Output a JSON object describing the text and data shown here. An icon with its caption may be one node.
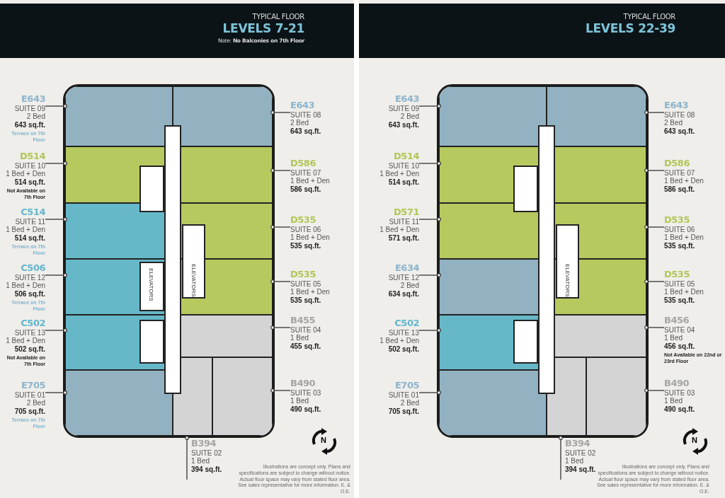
{
  "diagram": {
    "nodes": [
      {
        "text": [
          "E643",
          "SUITE 09",
          "2 Bed",
          "643 sq.ft.",
          "Terrace on 7th Floor"
        ]
      },
      {
        "text": [
          "E643",
          "SUITE 08",
          "2 Bed",
          "643 sq.ft."
        ]
      },
      {
        "text": [
          "D514",
          "SUITE 10",
          "1 Bed + Den",
          "514 sq.ft.",
          "Not Available on 7th Floor"
        ]
      },
      {
        "text": [
          "D586",
          "SUITE 07",
          "1 Bed + Den",
          "586 sq.ft."
        ]
      },
      {
        "text": [
          "C514",
          "SUITE 11",
          "1 Bed + Den",
          "514 sq.ft.",
          "Terrace on 7th Floor"
        ]
      },
      {
        "text": [
          "D535",
          "SUITE 06",
          "1 Bed + Den",
          "535 sq.ft."
        ]
      },
      {
        "text": [
          "C506",
          "SUITE 12",
          "1 Bed + Den",
          "506 sq.ft.",
          "Terrace on 7th Floor"
        ]
      },
      {
        "text": [
          "D535",
          "SUITE 05",
          "1 Bed + Den",
          "535 sq.ft."
        ]
      },
      {
        "text": [
          "C502",
          "SUITE 13",
          "1 Bed + Den",
          "502 sq.ft.",
          "Not Available on 7th Floor"
        ]
      },
      {
        "text": [
          "B455",
          "SUITE 04",
          "1 Bed",
          "455 sq.ft."
        ]
      },
      {
        "text": [
          "E705",
          "SUITE 01",
          "2 Bed",
          "705 sq.ft.",
          "Terrace on 7th Floor"
        ]
      },
      {
        "text": [
          "B490",
          "SUITE 03",
          "1 Bed",
          "490 sq.ft."
        ]
      },
      {
        "text": [
          "B394",
          "SUITE 02",
          "1 Bed",
          "394 sq.ft."
        ]
      },
      {
        "text": [],
        "shape": "box"
      },
      {
        "text": [],
        "shape": "box"
      },
      {
        "text": [],
        "shape": "box"
      },
      {
        "text": [],
        "shape": "box"
      },
      {
        "text": [],
        "shape": "box"
      },
      {
        "text": [],
        "shape": "box"
      },
      {
        "text": [],
        "shape": "box"
      },
      {
        "text": [],
        "shape": "box"
      },
      {
        "text": [],
        "shape": "box"
      },
      {
        "text": [],
        "shape": "box"
      },
      {
        "text": [],
        "shape": "box"
      },
      {
        "text": [],
        "shape": "box"
      },
      {
        "text": [],
        "shape": "box"
      },
      {
        "text": [
          "E643",
          "SUITE 09",
          "2 Bed",
          "643 sq.ft."
        ]
      },
      {
        "text": [
          "E643",
          "SUITE 08",
          "2 Bed",
          "643 sq.ft."
        ]
      },
      {
        "text": [
          "D514",
          "SUITE 10",
          "1 Bed + Den",
          "514 sq.ft."
        ]
      },
      {
        "text": [
          "D586",
          "SUITE 07",
          "1 Bed + Den",
          "586 sq.ft."
        ]
      },
      {
        "text": [
          "D571",
          "SUITE 11",
          "1 Bed + Den",
          "571 sq.ft."
        ]
      },
      {
        "text": [
          "D535",
          "SUITE 06",
          "1 Bed + Den",
          "535 sq.ft."
        ]
      },
      {
        "text": [
          "E634",
          "SUITE 12",
          "2 Bed",
          "634 sq.ft."
        ]
      },
      {
        "text": [
          "D535",
          "SUITE 05",
          "1 Bed + Den",
          "535 sq.ft."
        ]
      },
      {
        "text": [
          "C502",
          "SUITE 13",
          "1 Bed + Den",
          "502 sq.ft."
        ]
      },
      {
        "text": [
          "B456",
          "SUITE 04",
          "1 Bed",
          "456 sq.ft.",
          "Not Available on 22nd or 23rd Floor"
        ]
      },
      {
        "text": [
          "E705",
          "SUITE 01",
          "2 Bed",
          "705 sq.ft."
        ]
      },
      {
        "text": [
          "B490",
          "SUITE 03",
          "1 Bed",
          "490 sq.ft."
        ]
      },
      {
        "text": [
          "B394",
          "SUITE 02",
          "1 Bed",
          "394 sq.ft."
        ]
      },
      {
        "text": [],
        "shape": "box"
      },
      {
        "text": [],
        "shape": "box"
      },
      {
        "text": [],
        "shape": "box"
      },
      {
        "text": [],
        "shape": "box"
      },
      {
        "text": [],
        "shape": "box"
      },
      {
        "text": [],
        "shape": "box"
      },
      {
        "text": [],
        "shape": "box"
      },
      {
        "text": [],
        "shape": "box"
      },
      {
        "text": [],
        "shape": "box"
      },
      {
        "text": [],
        "shape": "box"
      },
      {
        "text": [],
        "shape": "box"
      },
      {
        "text": [],
        "shape": "box"
      },
      {
        "text": [],
        "shape": "box"
      }
    ],
    "edges": [
      {
        "from": 0,
        "to": 13,
        "arrow": "other"
      },
      {
        "from": 1,
        "to": 14,
        "arrow": "other"
      },
      {
        "from": 2,
        "to": 15,
        "arrow": "other"
      },
      {
        "from": 3,
        "to": 16,
        "arrow": "other"
      },
      {
        "from": 4,
        "to": 17,
        "arrow": "other"
      },
      {
        "from": 5,
        "to": 18,
        "arrow": "other"
      },
      {
        "from": 6,
        "to": 19,
        "arrow": "other"
      },
      {
        "from": 7,
        "to": 20,
        "arrow": "other"
      },
      {
        "from": 8,
        "to": 21,
        "arrow": "other"
      },
      {
        "from": 9,
        "to": 22,
        "arrow": "other"
      },
      {
        "from": 10,
        "to": 23,
        "arrow": "other"
      },
      {
        "from": 11,
        "to": 24,
        "arrow": "other"
      },
      {
        "from": 12,
        "to": 25,
        "arrow": "other"
      },
      {
        "from": 26,
        "to": 39,
        "arrow": "other"
      },
      {
        "from": 27,
        "to": 40,
        "arrow": "other"
      },
      {
        "from": 28,
        "to": 41,
        "arrow": "other"
      },
      {
        "from": 29,
        "to": 42,
        "arrow": "other"
      },
      {
        "from": 30,
        "to": 43,
        "arrow": "other"
      },
      {
        "from": 31,
        "to": 44,
        "arrow": "other"
      },
      {
        "from": 32,
        "to": 45,
        "arrow": "other"
      },
      {
        "from": 33,
        "to": 46,
        "arrow": "other"
      },
      {
        "from": 34,
        "to": 47,
        "arrow": "other"
      },
      {
        "from": 35,
        "to": 48,
        "arrow": "other"
      },
      {
        "from": 36,
        "to": 49,
        "arrow": "other"
      },
      {
        "from": 37,
        "to": 50,
        "arrow": "other"
      },
      {
        "from": 38,
        "to": 51,
        "arrow": "other"
      }
    ],
    "labels": [
      "TYPICAL FLOOR",
      "LEVELS 7-21",
      "Note: **No Balconies on 7th Floor**",
      "ELEVATORS",
      "ELEVATORS",
      "N",
      "Illustrations are concept only. Plans and specifications are subject to change without notice. Actual floor space may vary from stated floor area. See sales representative for more information. E. & O.E.",
      "TYPICAL FLOOR",
      "LEVELS 22-39",
      "ELEVATORS",
      "N",
      "Illustrations are concept only. Plans and specifications are subject to change without notice. Actual floor space may vary from stated floor area. See sales representative for more information. E. & O.E."
    ]
  }
}
